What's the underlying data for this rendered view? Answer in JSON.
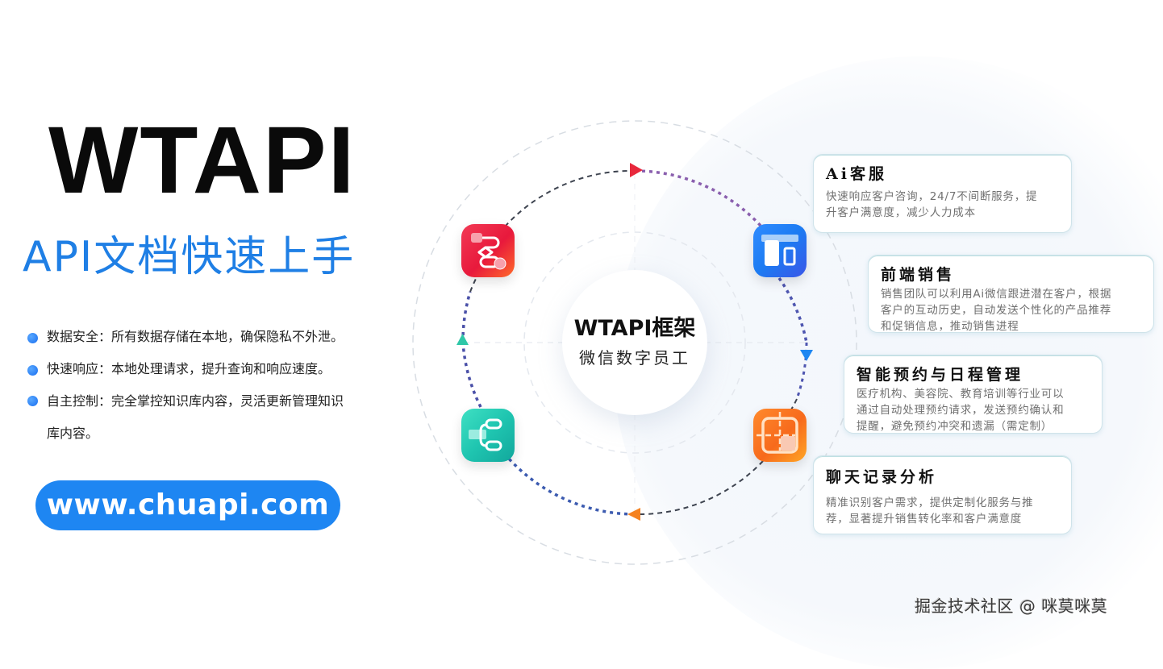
{
  "hero": {
    "title": "WTAPI",
    "subtitle": "API文档快速上手"
  },
  "features": [
    {
      "text": "数据安全：所有数据存储在本地，确保隐私不外泄。"
    },
    {
      "text": "快速响应：本地处理请求，提升查询和响应速度。"
    },
    {
      "text": "自主控制：完全掌控知识库内容，灵活更新管理知识"
    },
    {
      "text": "库内容。"
    }
  ],
  "url_button": {
    "label": "www.chuapi.com"
  },
  "diagram": {
    "center": {
      "title": "WTAPI框架",
      "subtitle": "微信数字员工"
    },
    "icons": [
      {
        "name": "workflow-icon",
        "color": "#ef2a48"
      },
      {
        "name": "layout-panel-icon",
        "color": "#2383f6"
      },
      {
        "name": "mind-map-icon",
        "color": "#22c9b2"
      },
      {
        "name": "grid-frame-icon",
        "color": "#f77a22"
      }
    ],
    "arrow_colors": {
      "top": "#e8283c",
      "right": "#1e86f2",
      "bottom": "#f58220",
      "left": "#2fc7a8"
    }
  },
  "cards": [
    {
      "title": "Ai客服",
      "lines": [
        "快速响应客户咨询，24/7不间断服务，提",
        "升客户满意度，减少人力成本"
      ]
    },
    {
      "title": "前端销售",
      "lines": [
        "销售团队可以利用Ai微信跟进潜在客户，根据",
        "客户的互动历史，自动发送个性化的产品推荐",
        "和促销信息，推动销售进程"
      ]
    },
    {
      "title": "智能预约与日程管理",
      "lines": [
        "医疗机构、美容院、教育培训等行业可以",
        "通过自动处理预约请求，发送预约确认和",
        "提醒，避免预约冲突和遗漏（需定制）"
      ]
    },
    {
      "title": "聊天记录分析",
      "lines": [
        "精准识别客户需求，提供定制化服务与推",
        "荐，显著提升销售转化率和客户满意度"
      ]
    }
  ],
  "watermark": "掘金技术社区 @ 咪莫咪莫",
  "colors": {
    "brand_blue": "#1e86f2",
    "title_black": "#0a0a0a",
    "card_border": "#cfe3ea"
  }
}
